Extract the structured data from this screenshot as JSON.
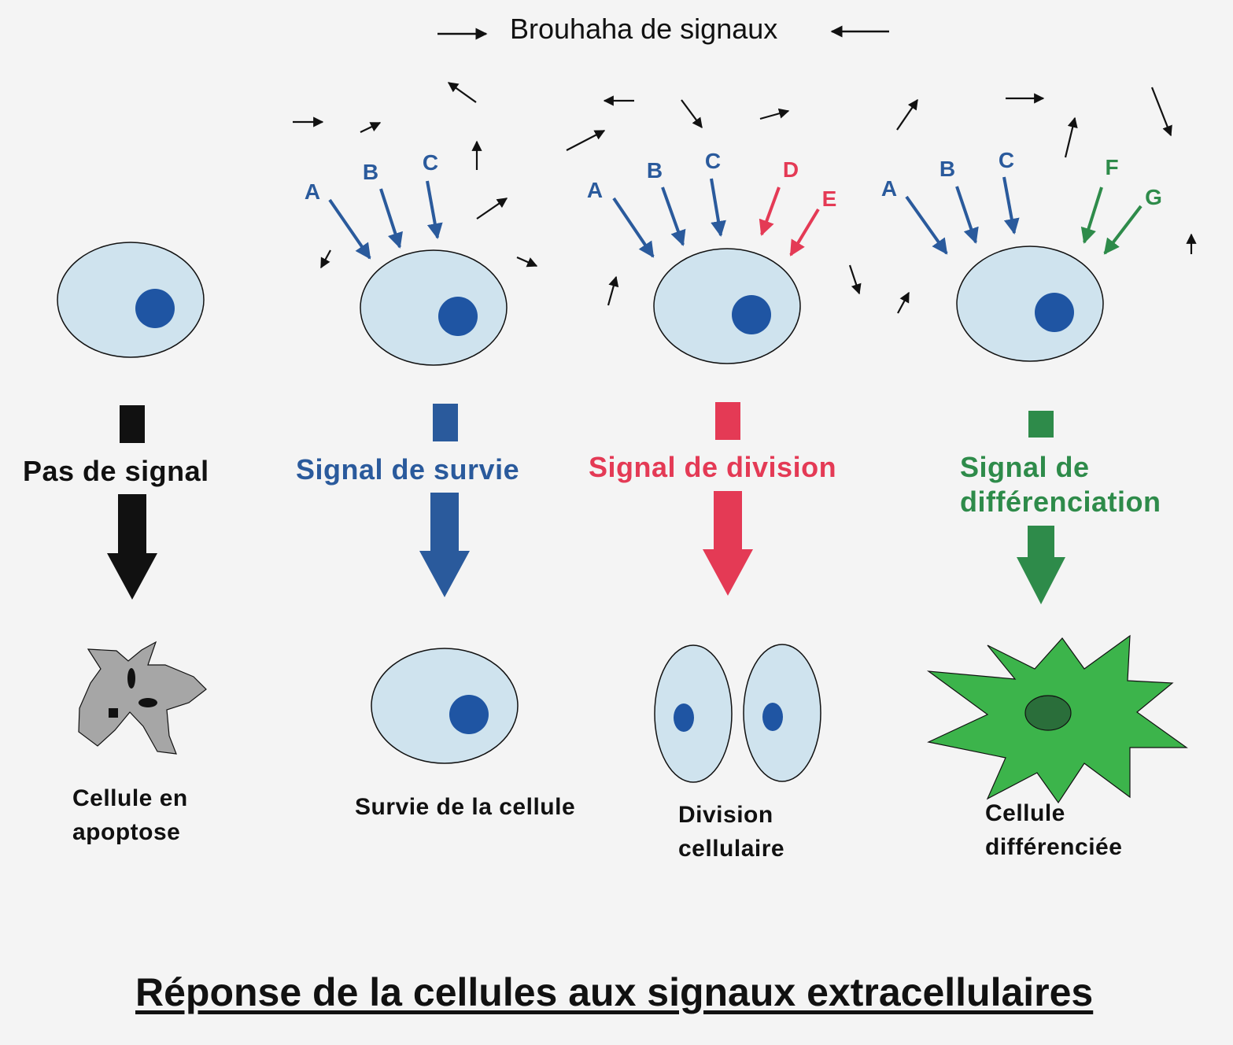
{
  "noise_title": "Brouhaha de signaux",
  "main_title": "Réponse de la cellules aux signaux extracellulaires",
  "colors": {
    "none": "#111111",
    "survival": "#2a5a9c",
    "division": "#e43a55",
    "differentiation": "#2e8b4a",
    "cell_fill": "#cfe3ee",
    "nucleus": "#1f55a3",
    "apoptotic_cell": "#a6a6a6",
    "differentiated_cell": "#3cb44b",
    "differentiated_nucleus": "#2a6e3a"
  },
  "columns": [
    {
      "signal_label": "Pas de signal",
      "signal_color": "#111111",
      "result_lines": [
        "Cellule en",
        "apoptose"
      ],
      "receptor_letters": []
    },
    {
      "signal_label": "Signal de survie",
      "signal_color": "#2a5a9c",
      "result_lines": [
        "Survie de la cellule"
      ],
      "receptor_letters": [
        "A",
        "B",
        "C"
      ]
    },
    {
      "signal_label": "Signal de division",
      "signal_color": "#e43a55",
      "result_lines": [
        "Division",
        "cellulaire"
      ],
      "receptor_letters": [
        "A",
        "B",
        "C",
        "D",
        "E"
      ]
    },
    {
      "signal_label_lines": [
        "Signal de",
        "différenciation"
      ],
      "signal_color": "#2e8b4a",
      "result_lines": [
        "Cellule",
        "différenciée"
      ],
      "receptor_letters": [
        "A",
        "B",
        "C",
        "F",
        "G"
      ]
    }
  ]
}
